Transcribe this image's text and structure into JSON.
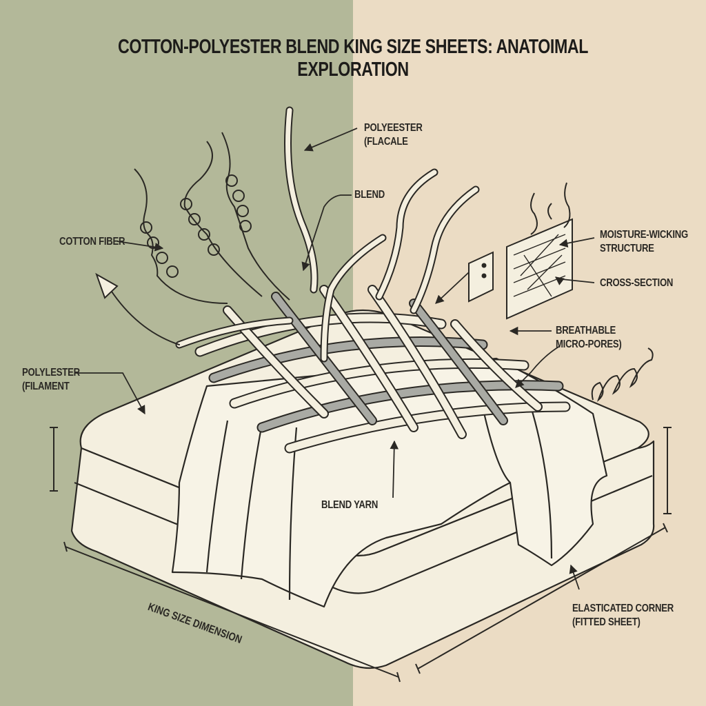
{
  "title": "COTTON-POLYESTER BLEND KING SIZE SHEETS: ANATOIMAL EXPLORATION",
  "labels": {
    "polyester_flacale": [
      "POLYEESTER",
      "(FLACALE"
    ],
    "blend": "BLEND",
    "cotton_fiber": "COTTON FIBER",
    "moisture_wicking": [
      "MOISTURE-WICKING",
      "STRUCTURE"
    ],
    "cross_section": "CROSS-SECTION",
    "breathable": [
      "BREATHABLE",
      "MICRO-PORES)"
    ],
    "polyester_filament": [
      "POLYLESTER",
      "(FILAMENT"
    ],
    "blend_yarn": "BLEND YARN",
    "king_size_dimension": "KING SIZE DIMENSION",
    "elasticated_corner": [
      "ELASTICATED CORNER",
      "(FITTED SHEET)"
    ]
  },
  "colors": {
    "left_panel": "#b3b899",
    "right_panel": "#ebdcc4",
    "ink": "#2a2824",
    "cream": "#f4efdf",
    "gray_yarn": "#a9aaa4"
  }
}
